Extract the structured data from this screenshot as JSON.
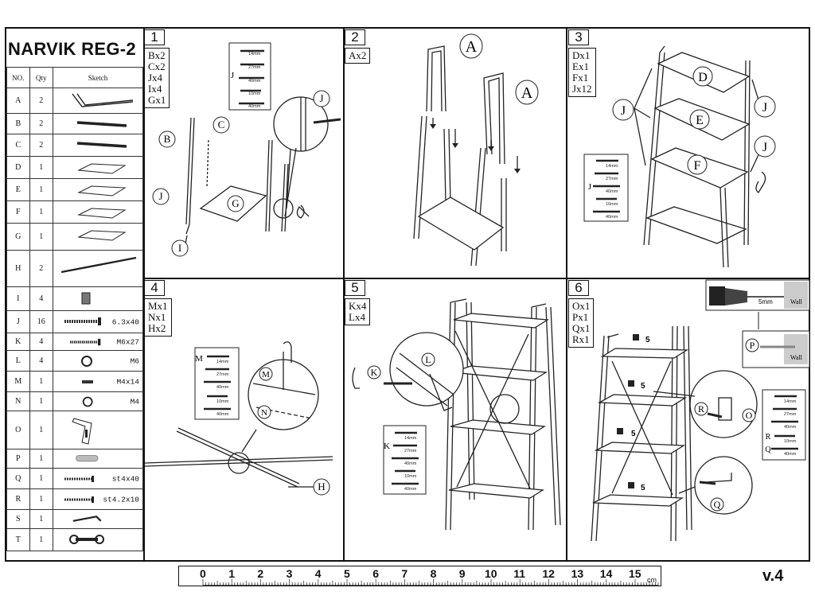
{
  "title": "NARVIK REG-2",
  "version": "v.4",
  "parts_table": {
    "headers": [
      "NO.",
      "Qty",
      "Sketch"
    ],
    "rows": [
      {
        "no": "A",
        "qty": "2",
        "spec": "",
        "icon": "frame-icon",
        "h": 32
      },
      {
        "no": "B",
        "qty": "2",
        "spec": "",
        "icon": "tube-icon",
        "h": 26
      },
      {
        "no": "C",
        "qty": "2",
        "spec": "",
        "icon": "tube-icon",
        "h": 28
      },
      {
        "no": "D",
        "qty": "1",
        "spec": "",
        "icon": "shelf-icon",
        "h": 28
      },
      {
        "no": "E",
        "qty": "1",
        "spec": "",
        "icon": "shelf-icon",
        "h": 28
      },
      {
        "no": "F",
        "qty": "1",
        "spec": "",
        "icon": "shelf-icon",
        "h": 28
      },
      {
        "no": "G",
        "qty": "1",
        "spec": "",
        "icon": "shelf-icon",
        "h": 34
      },
      {
        "no": "H",
        "qty": "2",
        "spec": "",
        "icon": "rod-icon",
        "h": 46
      },
      {
        "no": "I",
        "qty": "4",
        "spec": "",
        "icon": "foot-icon",
        "h": 30
      },
      {
        "no": "J",
        "qty": "16",
        "spec": "6.3x40",
        "icon": "bolt-icon",
        "h": 28
      },
      {
        "no": "K",
        "qty": "4",
        "spec": "M6x27",
        "icon": "bolt-icon",
        "h": 22
      },
      {
        "no": "L",
        "qty": "4",
        "spec": "M6",
        "icon": "nut-icon",
        "h": 26
      },
      {
        "no": "M",
        "qty": "1",
        "spec": "M4x14",
        "icon": "small-bolt-icon",
        "h": 26
      },
      {
        "no": "N",
        "qty": "1",
        "spec": "M4",
        "icon": "nut-icon",
        "h": 24
      },
      {
        "no": "O",
        "qty": "1",
        "spec": "",
        "icon": "bracket-icon",
        "h": 48
      },
      {
        "no": "P",
        "qty": "1",
        "spec": "",
        "icon": "dowel-icon",
        "h": 24
      },
      {
        "no": "Q",
        "qty": "1",
        "spec": "st4x40",
        "icon": "screw-icon",
        "h": 26
      },
      {
        "no": "R",
        "qty": "1",
        "spec": "st4.2x10",
        "icon": "screw-icon",
        "h": 26
      },
      {
        "no": "S",
        "qty": "1",
        "spec": "",
        "icon": "allen-key-icon",
        "h": 24
      },
      {
        "no": "T",
        "qty": "1",
        "spec": "",
        "icon": "spanner-icon",
        "h": 28
      }
    ]
  },
  "steps": [
    {
      "number": "1",
      "parts": "Bx2\nCx2\nJx4\nIx4\nGx1",
      "labels": [
        "B",
        "C",
        "J",
        "G",
        "I",
        "J",
        "J"
      ],
      "screw_sizes": [
        "14mm",
        "27mm",
        "40mm",
        "10mm",
        "40mm"
      ]
    },
    {
      "number": "2",
      "parts": "Ax2",
      "labels": [
        "A",
        "A"
      ]
    },
    {
      "number": "3",
      "parts": "Dx1\nEx1\nFx1\nJx12",
      "labels": [
        "D",
        "E",
        "F",
        "J",
        "J",
        "J",
        "J"
      ],
      "screw_sizes": [
        "14mm",
        "27mm",
        "40mm",
        "10mm",
        "40mm"
      ]
    },
    {
      "number": "4",
      "parts": "Mx1\nNx1\nHx2",
      "labels": [
        "M",
        "M",
        "N",
        "H"
      ],
      "screw_sizes": [
        "14mm",
        "27mm",
        "40mm",
        "10mm",
        "40mm"
      ]
    },
    {
      "number": "5",
      "parts": "Kx4\nLx4",
      "labels": [
        "K",
        "L",
        "K"
      ],
      "screw_sizes": [
        "14mm",
        "27mm",
        "40mm",
        "10mm",
        "40mm"
      ]
    },
    {
      "number": "6",
      "parts": "Ox1\nPx1\nQx1\nRx1",
      "labels": [
        "R",
        "O",
        "Q",
        "P",
        "R",
        "Q"
      ],
      "load": "5",
      "drill": "5mm",
      "wall": "Wall",
      "screw_sizes": [
        "14mm",
        "27mm",
        "40mm",
        "10mm",
        "40mm"
      ]
    }
  ],
  "ruler": {
    "numbers": [
      "0",
      "1",
      "2",
      "3",
      "4",
      "5",
      "6",
      "7",
      "8",
      "9",
      "10",
      "11",
      "12",
      "13",
      "14",
      "15"
    ],
    "unit": "cm"
  }
}
